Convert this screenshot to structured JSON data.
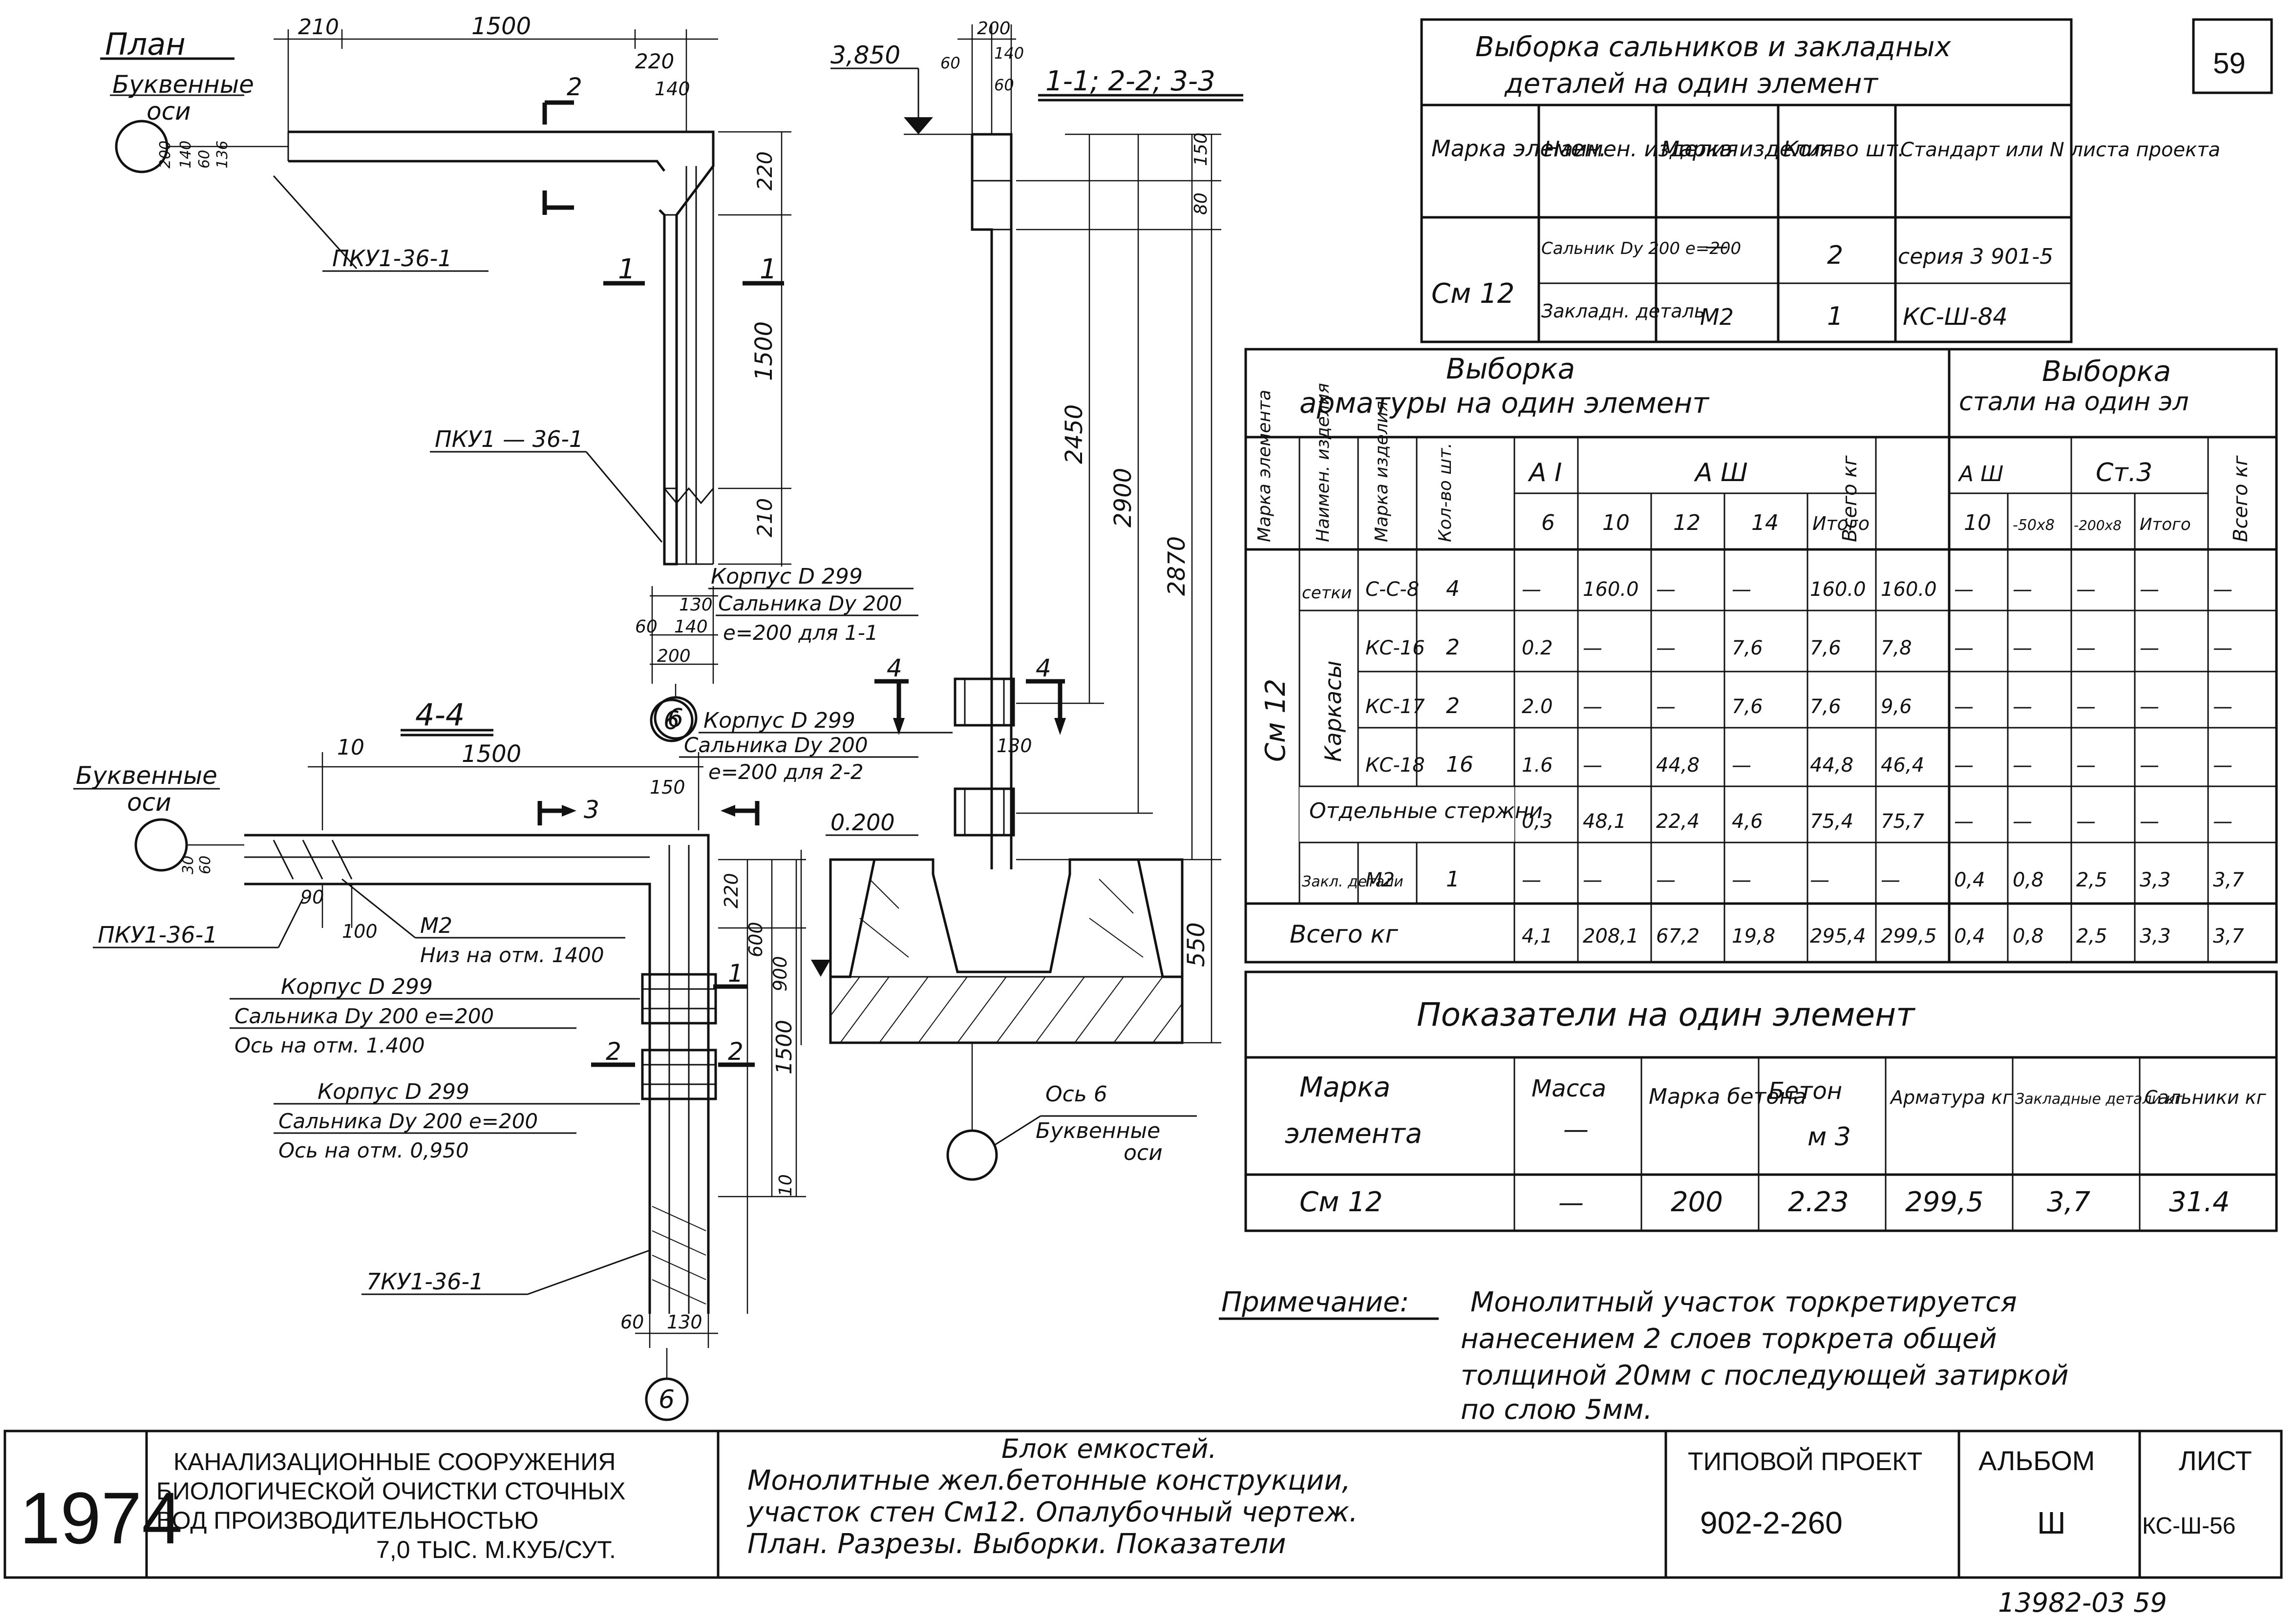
{
  "sheet_number": "59",
  "plan": {
    "title": "План",
    "axes_label_1": "Буквенные",
    "axes_label_2": "оси",
    "dims": [
      "210",
      "1500",
      "220",
      "140",
      "200",
      "140",
      "60",
      "136",
      "220",
      "1500",
      "210",
      "130",
      "140",
      "60",
      "200",
      "2"
    ],
    "panel_mark_1": "ПКУ1-36-1",
    "panel_mark_2": "ПКУ1 — 36-1",
    "section_mark": "1",
    "axis_6": "6",
    "note_1": "Корпус D 299",
    "note_2": "Сальника Dy 200",
    "note_3": "e=200 для 1-1"
  },
  "section_44": {
    "title": "4-4",
    "axes_label_1": "Буквенные",
    "axes_label_2": "оси",
    "dims": [
      "10",
      "1500",
      "150",
      "3",
      "30",
      "60",
      "90",
      "100",
      "220",
      "600",
      "900",
      "1500",
      "10",
      "60",
      "130"
    ],
    "panel_mark_1": "ПКУ1-36-1",
    "panel_mark_2": "7КУ1-36-1",
    "m2_1": "М2",
    "m2_2": "Низ на отм. 1400",
    "body1_1": "Корпус D 299",
    "body1_2": "Сальника Dy 200 e=200",
    "body1_3": "Ось на отм. 1.400",
    "body2_1": "Корпус D 299",
    "body2_2": "Сальника Dy 200 e=200",
    "body2_3": "Ось на отм. 0,950",
    "sec_1": "1",
    "sec_2": "2",
    "axis_6": "6"
  },
  "section_123": {
    "title": "1-1; 2-2; 3-3",
    "elev_top": "3,850",
    "elev_mid": "0.200",
    "dims": [
      "200",
      "140",
      "60",
      "60",
      "150",
      "80",
      "2450",
      "2900",
      "2870",
      "550",
      "130"
    ],
    "sec_4": "4",
    "body_1": "Корпус D 299",
    "body_2": "Сальника Dy 200",
    "body_3": "e=200 для 2-2",
    "axis_label_1": "Ось 6",
    "axis_label_2": "Буквенные",
    "axis_label_3": "оси"
  },
  "glands_table": {
    "title_1": "Выборка сальников и закладных",
    "title_2": "деталей на один элемент",
    "h1": "Марка элемен.",
    "h2": "Наимен. изделия",
    "h3": "Марка изделия",
    "h4": "Кол-во шт.",
    "h5": "Стандарт или N листа проекта",
    "mark": "См 12",
    "r1_name": "Сальник Dy 200 e=200",
    "r1_mark": "—",
    "r1_qty": "2",
    "r1_std": "серия 3 901-5",
    "r2_name": "Закладн. деталь",
    "r2_mark": "М2",
    "r2_qty": "1",
    "r2_std": "КС-Ш-84"
  },
  "rebar_table": {
    "title_1": "Выборка",
    "title_2": "арматуры на один элемент",
    "steel_title_1": "Выборка",
    "steel_title_2": "стали на один эл",
    "h_mark": "Марка элемента",
    "h_name": "Наимен. изделия",
    "h_item": "Марка изделия",
    "h_qty": "Кол-во шт.",
    "h_ai": "А I",
    "h_aiii": "А Ш",
    "h_total": "Всего кг",
    "d6": "6",
    "d10": "10",
    "d12": "12",
    "d14": "14",
    "sum": "Итого",
    "s_aiii": "А Ш",
    "s_st3": "Ст.3",
    "s_10": "10",
    "s_50x8": "-50x8",
    "s_200x8": "-200x8",
    "s_sum": "Итого",
    "s_total": "Всего кг",
    "element": "См 12",
    "g_setki": "сетки",
    "g_karkasy": "Каркасы",
    "rows": [
      {
        "name": "",
        "item": "С-С-8",
        "qty": "4",
        "c": [
          "—",
          "160.0",
          "—",
          "—",
          "160.0",
          "160.0",
          "—",
          "—",
          "—",
          "—",
          "—"
        ]
      },
      {
        "name": "",
        "item": "КС-16",
        "qty": "2",
        "c": [
          "0.2",
          "—",
          "—",
          "7,6",
          "7,6",
          "7,8",
          "—",
          "—",
          "—",
          "—",
          "—"
        ]
      },
      {
        "name": "",
        "item": "КС-17",
        "qty": "2",
        "c": [
          "2.0",
          "—",
          "—",
          "7,6",
          "7,6",
          "9,6",
          "—",
          "—",
          "—",
          "—",
          "—"
        ]
      },
      {
        "name": "",
        "item": "КС-18",
        "qty": "16",
        "c": [
          "1.6",
          "—",
          "44,8",
          "—",
          "44,8",
          "46,4",
          "—",
          "—",
          "—",
          "—",
          "—"
        ]
      },
      {
        "name": "Отдельные стержни",
        "item": "",
        "qty": "",
        "c": [
          "0,3",
          "48,1",
          "22,4",
          "4,6",
          "75,4",
          "75,7",
          "—",
          "—",
          "—",
          "—",
          "—"
        ]
      },
      {
        "name": "Закл. детали",
        "item": "М2",
        "qty": "1",
        "c": [
          "—",
          "—",
          "—",
          "—",
          "—",
          "—",
          "0,4",
          "0,8",
          "2,5",
          "3,3",
          "3,7"
        ]
      }
    ],
    "total_label": "Всего кг",
    "total": [
      "4,1",
      "208,1",
      "67,2",
      "19,8",
      "295,4",
      "299,5",
      "0,4",
      "0,8",
      "2,5",
      "3,3",
      "3,7"
    ]
  },
  "indicators": {
    "title": "Показатели на один элемент",
    "h1_1": "Марка",
    "h1_2": "элемента",
    "h2_1": "Масса",
    "h2_2": "—",
    "h3": "Марка бетона",
    "h4_1": "Бетон",
    "h4_2": "м 3",
    "h5": "Арматура кг",
    "h6": "Закладные детали кг",
    "h7": "Сальники кг",
    "values": [
      "См 12",
      "—",
      "200",
      "2.23",
      "299,5",
      "3,7",
      "31.4"
    ]
  },
  "note": {
    "label": "Примечание:",
    "line1": "Монолитный участок торкретируется",
    "line2": "нанесением 2 слоев торкрета общей",
    "line3": "толщиной 20мм с последующей затиркой",
    "line4": "по слою 5мм."
  },
  "title_block": {
    "year": "1974",
    "org_1": "КАНАЛИЗАЦИОННЫЕ СООРУЖЕНИЯ",
    "org_2": "БИОЛОГИЧЕСКОЙ ОЧИСТКИ СТОЧНЫХ",
    "org_3": "ВОД ПРОИЗВОДИТЕЛЬНОСТЬЮ",
    "org_4": "7,0 ТЫС. М.КУБ/СУТ.",
    "desc_1": "Блок емкостей.",
    "desc_2": "Монолитные жел.бетонные конструкции,",
    "desc_3": "участок стен См12. Опалубочный чертеж.",
    "desc_4": "План. Разрезы. Выборки. Показатели",
    "proj_label": "ТИПОВОЙ ПРОЕКТ",
    "proj_num": "902-2-260",
    "album_label": "АЛЬБОМ",
    "album_num": "Ш",
    "sheet_label": "ЛИСТ",
    "sheet_code": "КС-Ш-56"
  },
  "footer": "13982-03   59"
}
